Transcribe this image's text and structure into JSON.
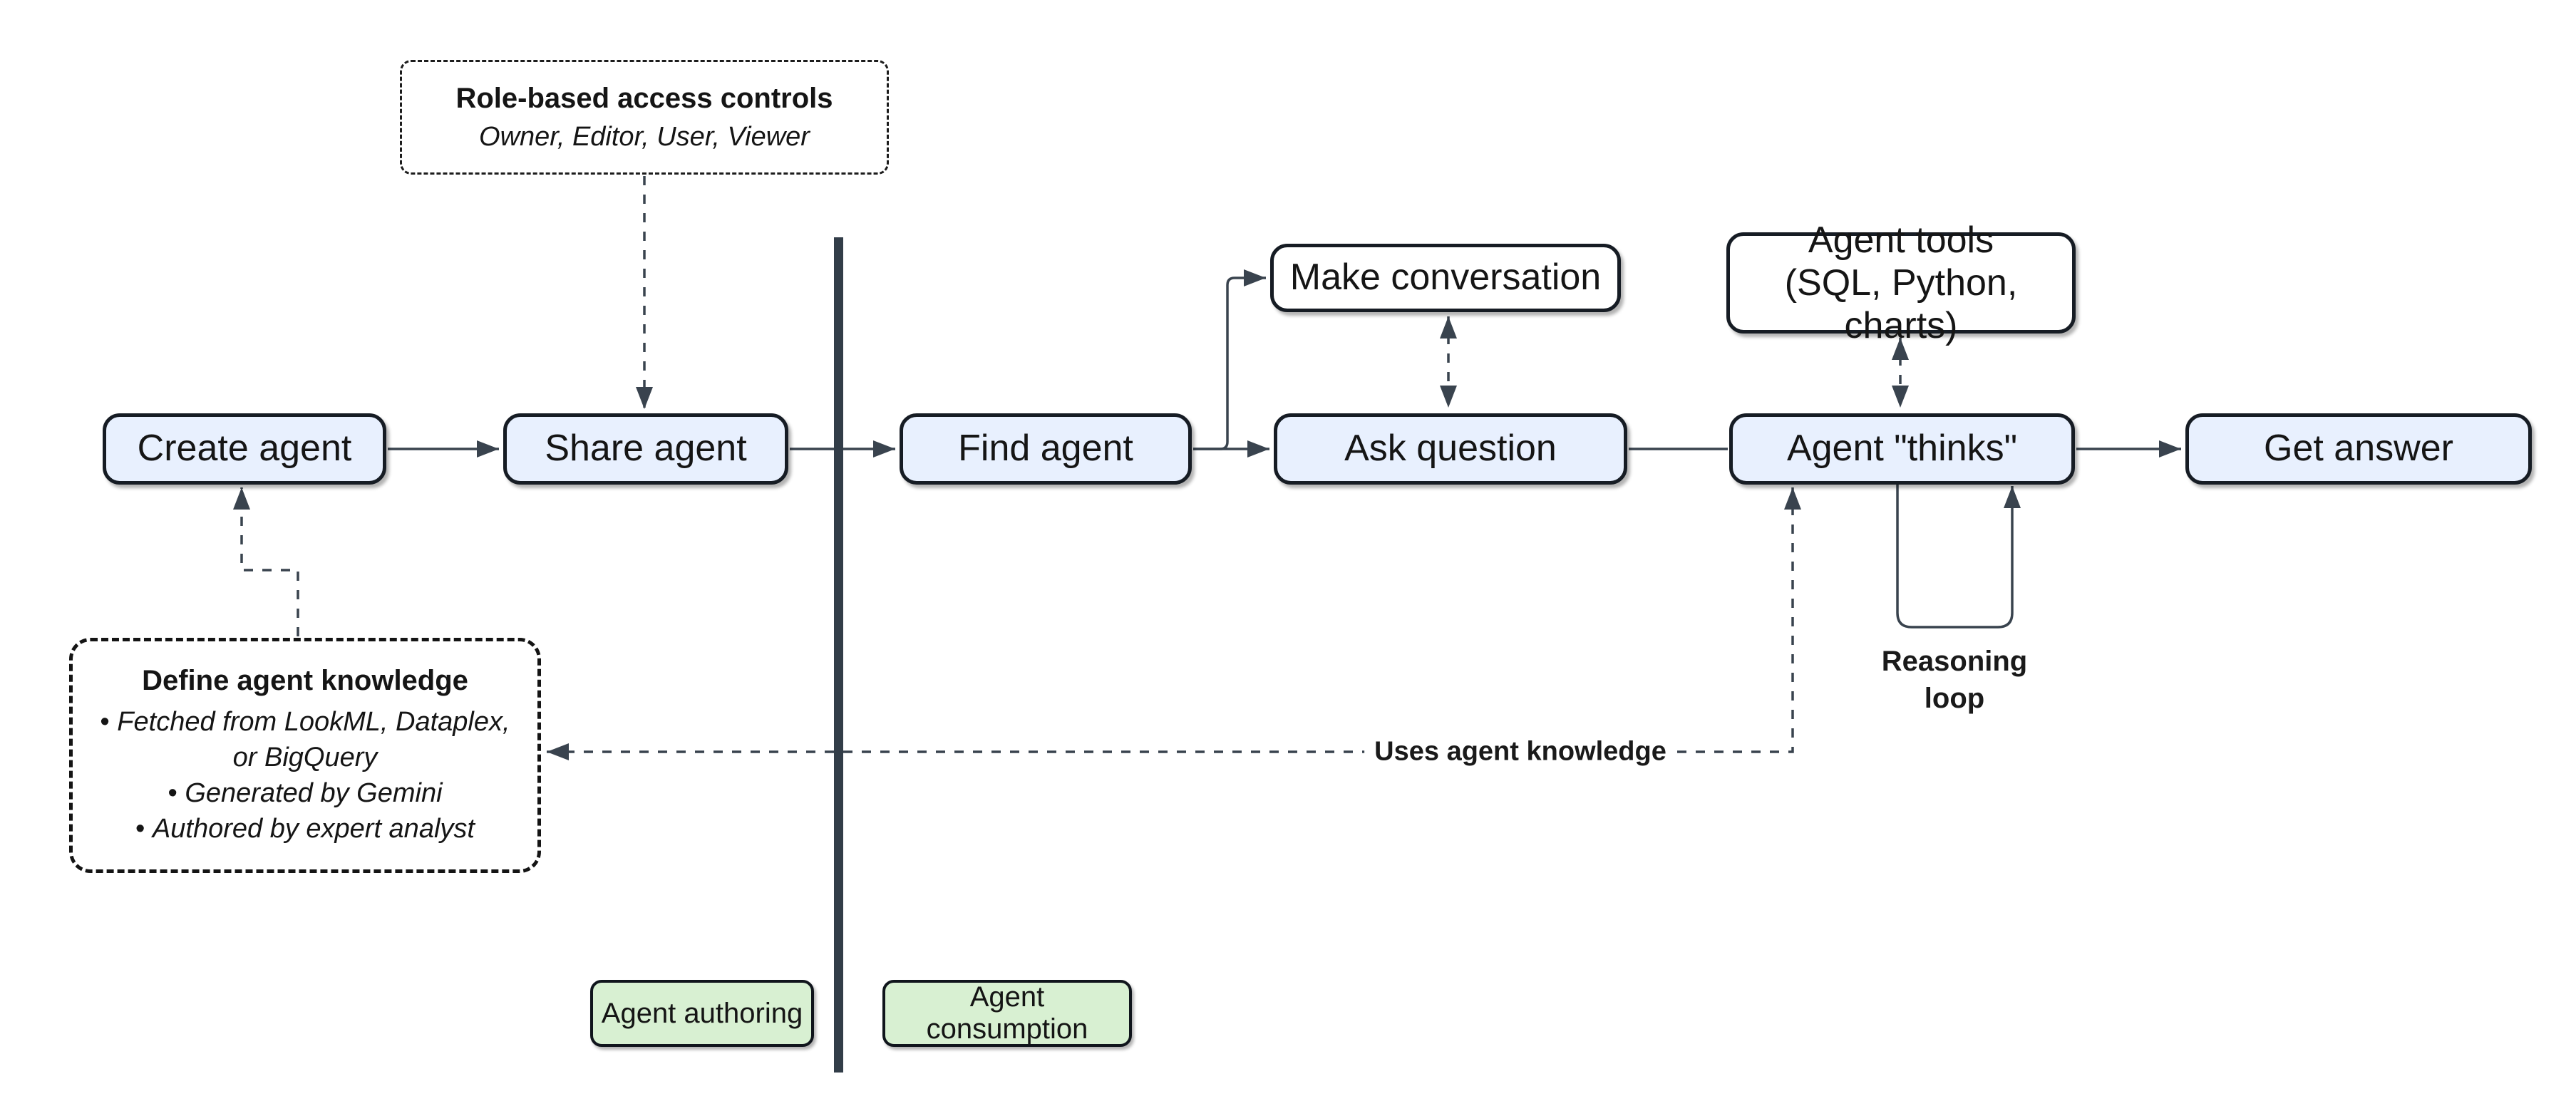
{
  "diagram": {
    "nodes": {
      "create_agent": "Create agent",
      "share_agent": "Share agent",
      "find_agent": "Find agent",
      "ask_question": "Ask question",
      "agent_thinks": "Agent \"thinks\"",
      "get_answer": "Get answer",
      "make_conversation": "Make conversation",
      "agent_tools_line1": "Agent tools",
      "agent_tools_line2": "(SQL, Python, charts)"
    },
    "notes": {
      "rbac": {
        "title": "Role-based access controls",
        "subtitle": "Owner, Editor, User, Viewer"
      },
      "knowledge": {
        "title": "Define agent knowledge",
        "bullets": [
          "Fetched from LookML, Dataplex, or BigQuery",
          "Generated by Gemini",
          "Authored by expert analyst"
        ]
      }
    },
    "wire_labels": {
      "uses_knowledge": "Uses agent knowledge",
      "reasoning_line1": "Reasoning",
      "reasoning_line2": "loop"
    },
    "zones": {
      "authoring": "Agent authoring",
      "consumption": "Agent consumption"
    },
    "colors": {
      "node_fill": "#e8f0fe",
      "tool_fill": "#ffffff",
      "zone_fill": "#d8f0d2",
      "wire": "#39434e",
      "border": "#161c24",
      "divider": "#323d48"
    }
  }
}
